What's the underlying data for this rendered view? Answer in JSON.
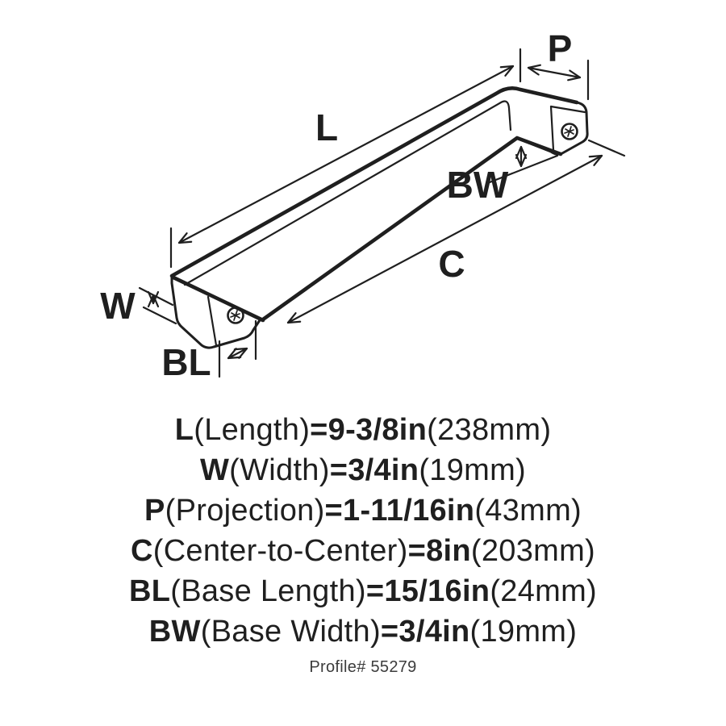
{
  "colors": {
    "ink": "#1f1f1f",
    "background": "#ffffff"
  },
  "diagram": {
    "description": "isometric line drawing of a square bar cabinet pull with two mounting feet and screw holes, annotated with dimension arrows",
    "labels": {
      "length": "L",
      "projection": "P",
      "base_width": "BW",
      "center_to_center": "C",
      "width": "W",
      "base_length": "BL"
    }
  },
  "specs": [
    {
      "code": "L",
      "name": "(Length)",
      "eq": "=",
      "value": "9-3/8in",
      "metric": "(238mm)"
    },
    {
      "code": "W",
      "name": "(Width)",
      "eq": "=",
      "value": "3/4in",
      "metric": "(19mm)"
    },
    {
      "code": "P",
      "name": "(Projection)",
      "eq": "=",
      "value": "1-11/16in",
      "metric": "(43mm)"
    },
    {
      "code": "C",
      "name": "(Center-to-Center)",
      "eq": "=",
      "value": "8in",
      "metric": "(203mm)"
    },
    {
      "code": "BL",
      "name": "(Base Length)",
      "eq": "=",
      "value": "15/16in",
      "metric": "(24mm)"
    },
    {
      "code": "BW",
      "name": "(Base Width)",
      "eq": "=",
      "value": "3/4in",
      "metric": "(19mm)"
    }
  ],
  "footer": {
    "profile": "Profile# 55279"
  }
}
